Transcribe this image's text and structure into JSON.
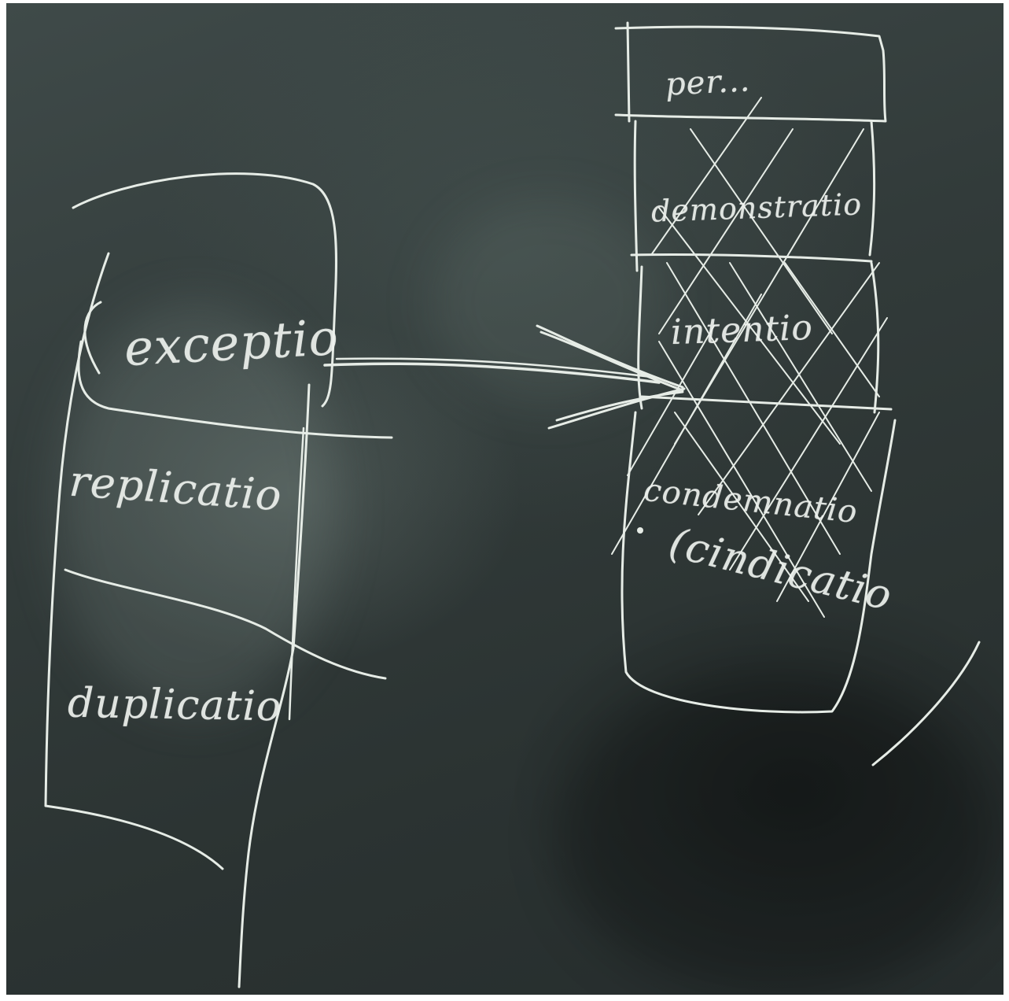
{
  "blackboard": {
    "left_column": {
      "words": [
        "exceptio",
        "replicatio",
        "duplicatio"
      ]
    },
    "right_column": {
      "words": [
        "per...",
        "demonstratio",
        "intentio",
        "condemnatio",
        "(cindicatio"
      ]
    }
  }
}
